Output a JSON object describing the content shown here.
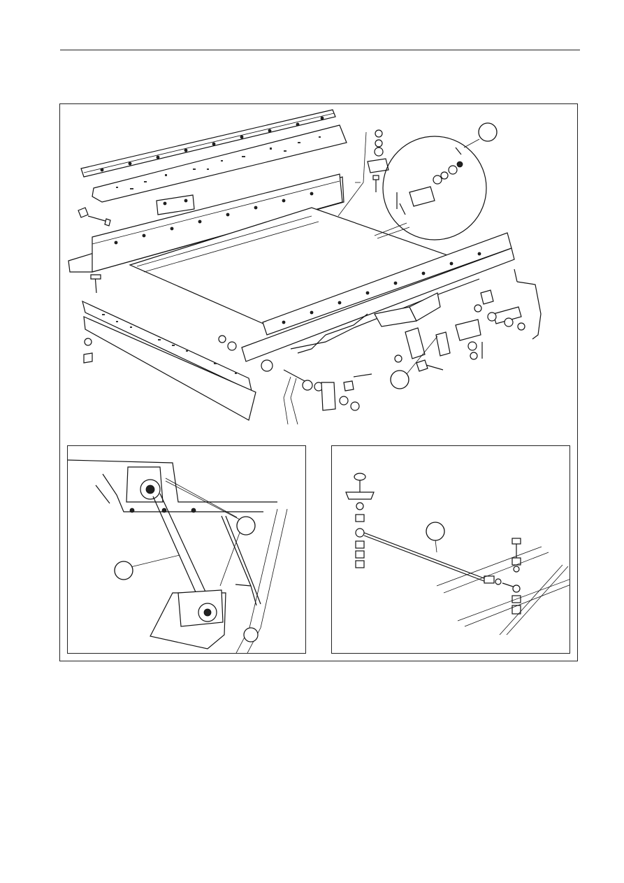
{
  "page": {
    "header_rule": true
  },
  "figure": {
    "callouts": [
      {
        "id": "callout-top-right",
        "label": ""
      },
      {
        "id": "callout-main-lower",
        "label": ""
      },
      {
        "id": "callout-left-inset-rod",
        "label": ""
      },
      {
        "id": "callout-left-inset-bracket",
        "label": ""
      },
      {
        "id": "callout-right-inset-rod",
        "label": ""
      }
    ]
  },
  "icons": [
    "exploded-drawing",
    "bolt-icon",
    "nut-icon",
    "washer-icon",
    "support-rod-icon",
    "stay-rod-icon"
  ]
}
